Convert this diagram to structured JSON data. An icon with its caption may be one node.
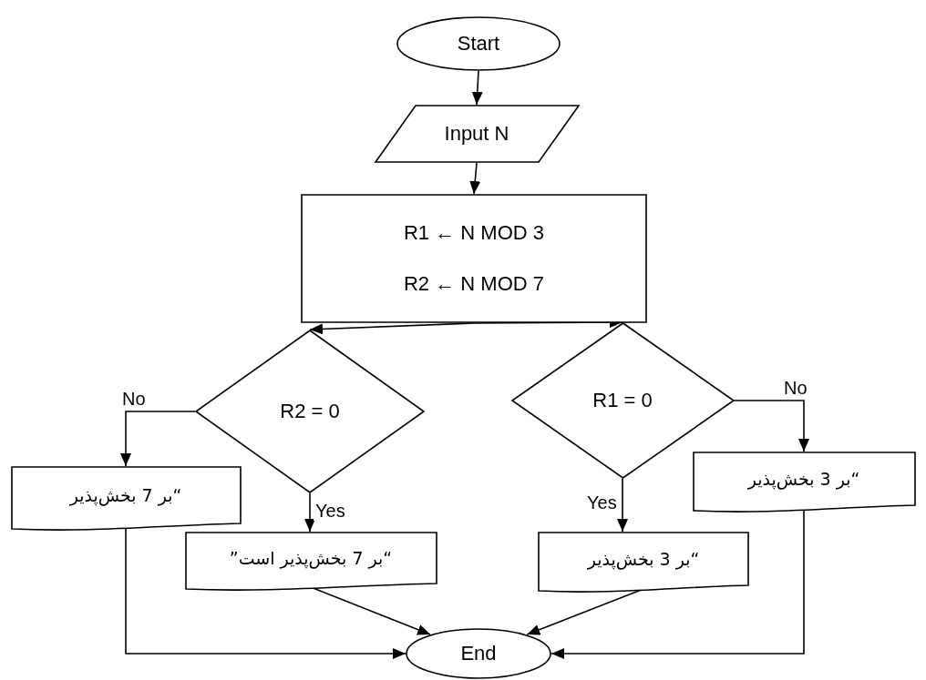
{
  "diagram": {
    "nodes": [
      {
        "text": [
          "Start"
        ]
      },
      {
        "text": [
          "Input N"
        ]
      },
      {
        "text": [
          "R1 ← N MOD 3",
          "R2 ← N MOD 7"
        ]
      },
      {
        "text": [
          "R2 = 0"
        ]
      },
      {
        "text": [
          "R1 = 0"
        ]
      },
      {
        "text": [
          "“بر 7 بخش‌پذیر"
        ]
      },
      {
        "text": [
          "“بر 7 بخش‌پذیر است”"
        ]
      },
      {
        "text": [
          "“بر 3 بخش‌پذیر"
        ]
      },
      {
        "text": [
          "“بر 3 بخش‌پذیر"
        ]
      },
      {
        "text": [
          "End"
        ]
      }
    ],
    "edges": [
      {
        "from": 0,
        "to": 1,
        "arrow": "to"
      },
      {
        "from": 1,
        "to": 2,
        "arrow": "to"
      },
      {
        "from": 2,
        "to": 3,
        "arrow": "to"
      },
      {
        "from": 2,
        "to": 4,
        "arrow": "to"
      },
      {
        "from": 3,
        "to": 5,
        "arrow": "to",
        "label": "No"
      },
      {
        "from": 3,
        "to": 6,
        "arrow": "to",
        "label": "Yes"
      },
      {
        "from": 4,
        "to": 7,
        "arrow": "to",
        "label": "Yes"
      },
      {
        "from": 4,
        "to": 8,
        "arrow": "to",
        "label": "No"
      },
      {
        "from": 5,
        "to": 9,
        "arrow": "to"
      },
      {
        "from": 6,
        "to": 9,
        "arrow": "to"
      },
      {
        "from": 7,
        "to": 9,
        "arrow": "to"
      },
      {
        "from": 8,
        "to": 9,
        "arrow": "to"
      }
    ]
  }
}
